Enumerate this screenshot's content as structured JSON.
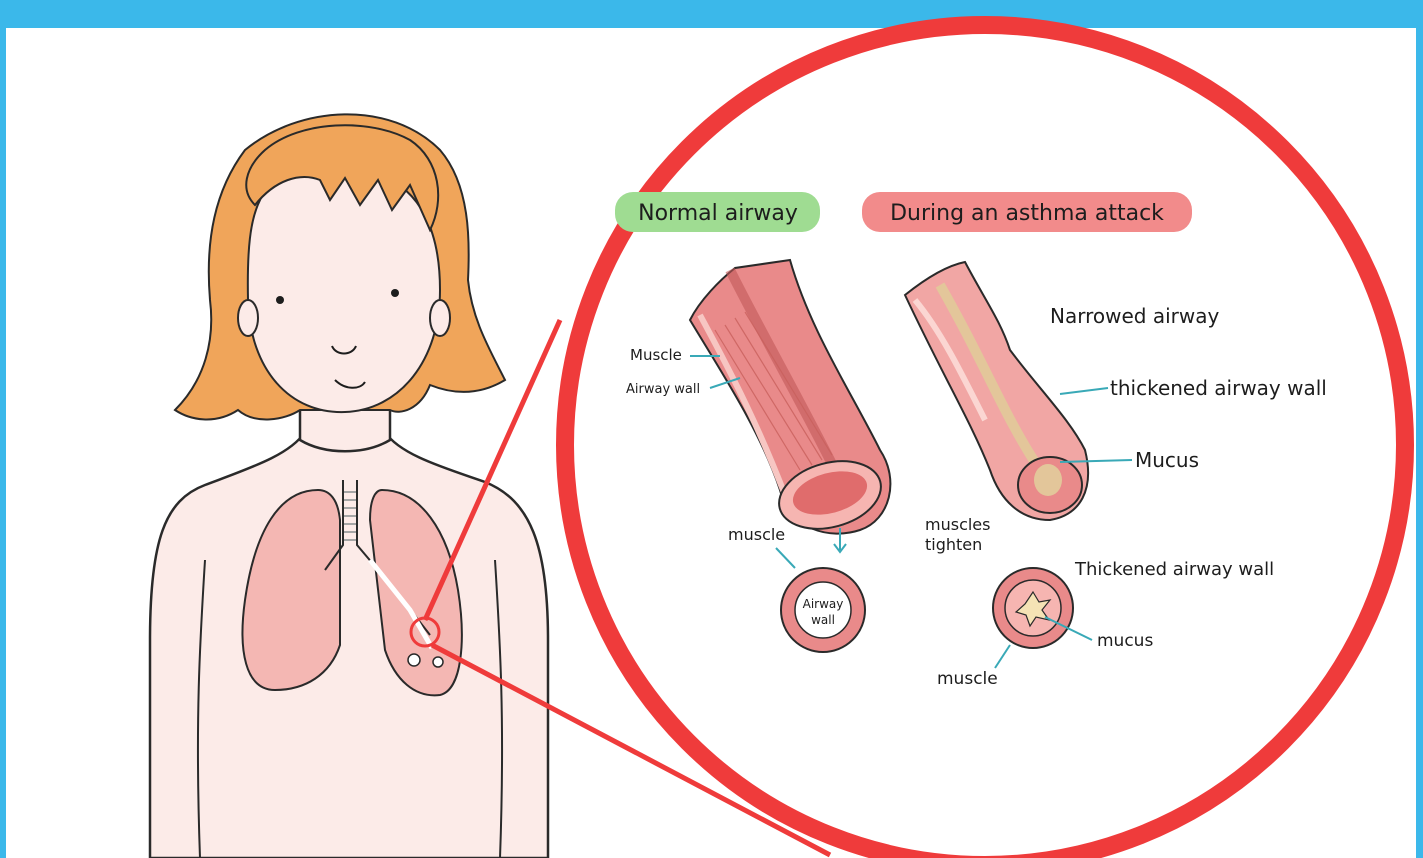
{
  "titles": {
    "normal": "Normal airway",
    "attack": "During an asthma attack"
  },
  "normal_labels": {
    "muscle": "Muscle",
    "airway_wall": "Airway wall",
    "muscle_lower": "muscle",
    "cross_section_1": "Airway",
    "cross_section_2": "wall"
  },
  "attack_labels": {
    "narrowed": "Narrowed airway",
    "thickened": "thickened airway wall",
    "mucus": "Mucus",
    "muscles_1": "muscles",
    "muscles_2": "tighten",
    "thickened_lower": "Thickened airway wall",
    "mucus_lower": "mucus",
    "muscle_lower": "muscle"
  },
  "colors": {
    "sky_border": "#3bb8ea",
    "magnifier_red": "#ef3b3b",
    "normal_badge": "#9fdc92",
    "attack_badge": "#f28b8b",
    "hair": "#f0a55a",
    "skin": "#fce8e6",
    "lung": "#f4b7b3",
    "leader_line": "#39a9b7"
  }
}
